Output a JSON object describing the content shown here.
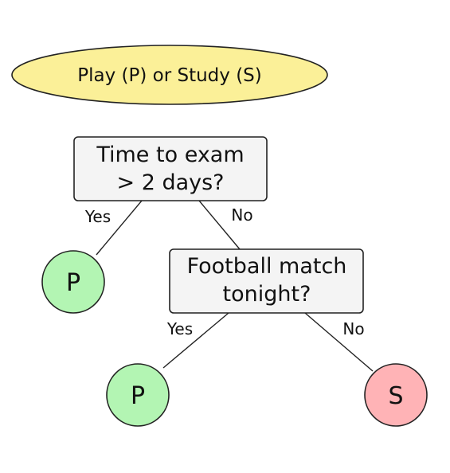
{
  "title": "Play (P) or Study (S)",
  "nodes": {
    "root": {
      "line1": "Time to exam",
      "line2": "> 2 days?"
    },
    "football": {
      "line1": "Football match",
      "line2": "tonight?"
    }
  },
  "leaves": {
    "leaf_root_yes": {
      "label": "P",
      "color": "#b3f5b3"
    },
    "leaf_football_yes": {
      "label": "P",
      "color": "#b3f5b3"
    },
    "leaf_football_no": {
      "label": "S",
      "color": "#ffb3b6"
    }
  },
  "edges": {
    "root_yes": "Yes",
    "root_no": "No",
    "football_yes": "Yes",
    "football_no": "No"
  },
  "colors": {
    "title_fill": "#fbf098",
    "box_fill": "#f4f4f4",
    "stroke": "#222222"
  }
}
